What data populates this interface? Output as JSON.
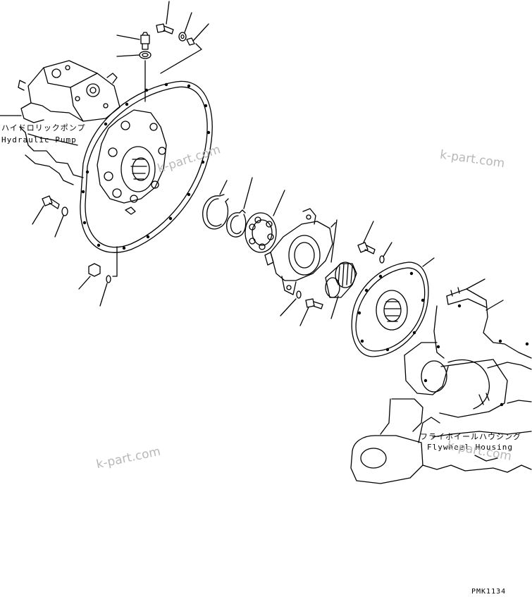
{
  "labels": {
    "hydraulic_pump_jp": "ハイドロリックポンプ",
    "hydraulic_pump_en": "Hydraulic Pump",
    "flywheel_housing_jp": "フライホイールハウジング",
    "flywheel_housing_en": "Flywheel Housing"
  },
  "watermark": "k-part.com",
  "code": "PMK1134"
}
